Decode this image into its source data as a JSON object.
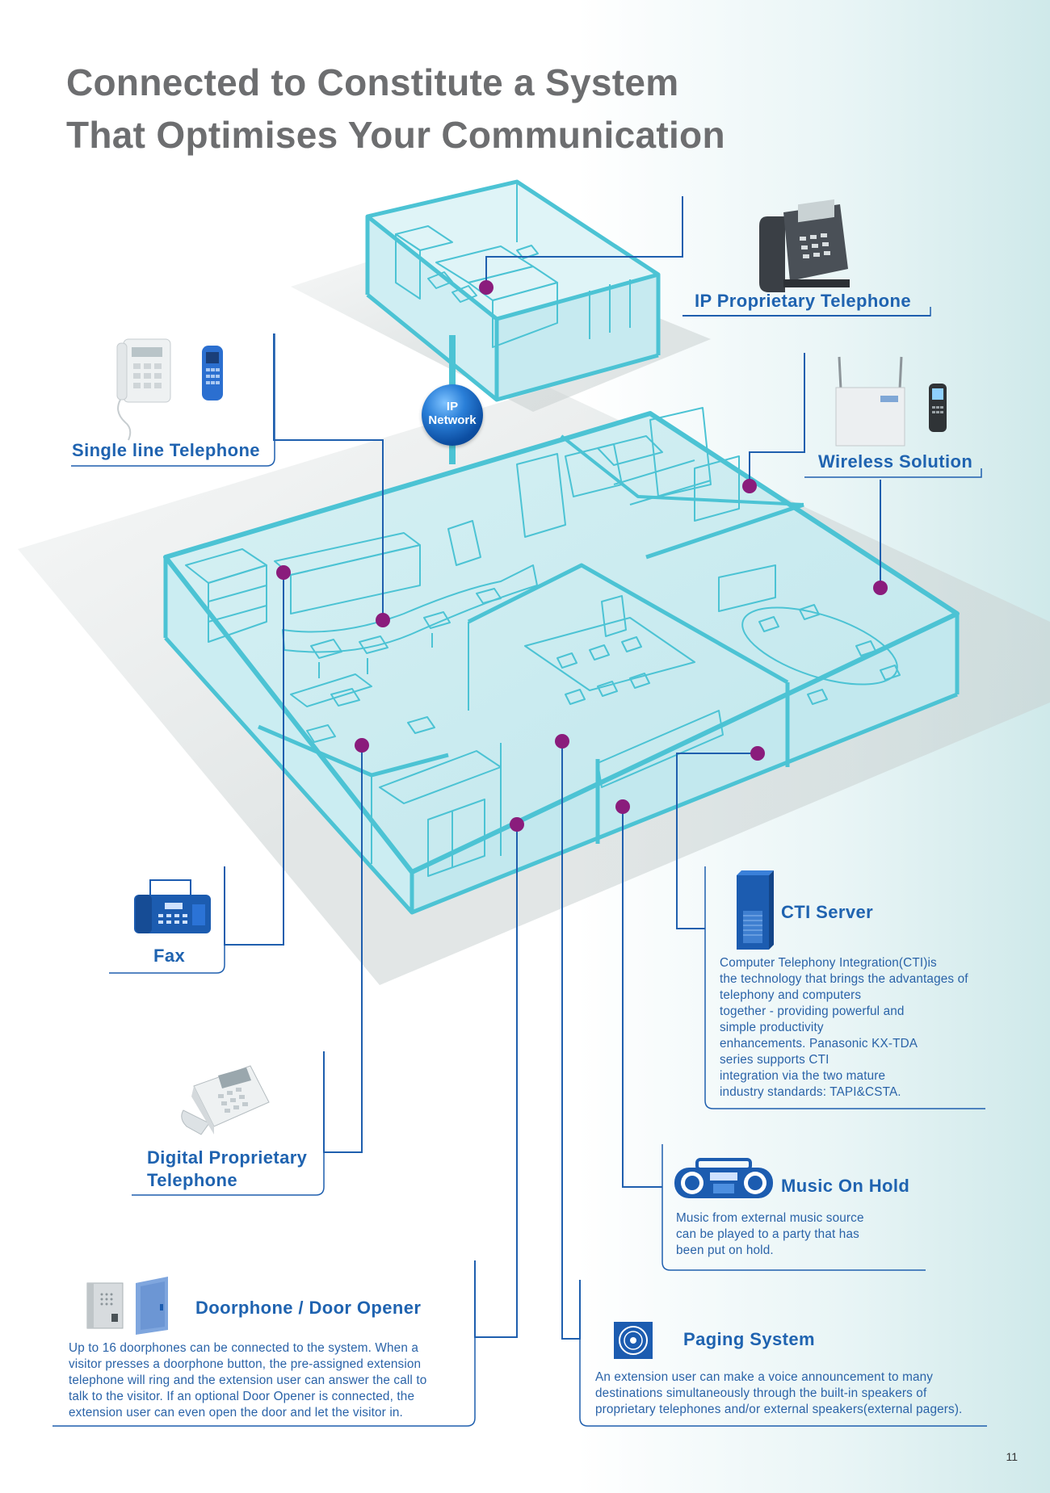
{
  "title": {
    "line1": "Connected to Constitute a System",
    "line2": "That Optimises Your Communication"
  },
  "network": {
    "line1": "IP",
    "line2": "Network"
  },
  "devices": {
    "ip_proprietary_telephone": {
      "label": "IP Proprietary Telephone"
    },
    "single_line_telephone": {
      "label": "Single line Telephone"
    },
    "wireless_solution": {
      "label": "Wireless Solution"
    },
    "fax": {
      "label": "Fax"
    },
    "cti_server": {
      "label": "CTI Server",
      "description": [
        "Computer Telephony Integration(CTI)is",
        "the technology that brings the advantages of",
        "telephony and computers",
        "together - providing powerful and",
        "simple productivity",
        "enhancements. Panasonic KX-TDA",
        "series supports CTI",
        "integration via the two mature",
        "industry standards: TAPI&CSTA."
      ]
    },
    "digital_proprietary_telephone": {
      "line1": "Digital Proprietary",
      "line2": "Telephone"
    },
    "music_on_hold": {
      "label": "Music On Hold",
      "description": [
        "Music from external music source",
        "can be played to a party that has",
        "been put on hold."
      ]
    },
    "doorphone": {
      "label": "Doorphone / Door Opener",
      "description": [
        "Up to 16 doorphones can be connected to the system. When a",
        "visitor presses a doorphone button, the pre-assigned extension",
        "telephone will ring and the extension user can answer the call to",
        "talk to the visitor. If an optional Door Opener is connected, the",
        "extension user can even open the door and let the visitor in."
      ]
    },
    "paging_system": {
      "label": "Paging System",
      "description": [
        "An extension user can make a voice announcement to many",
        "destinations simultaneously through the built-in speakers of",
        "proprietary telephones and/or external speakers(external pagers)."
      ]
    }
  },
  "page_number": "11",
  "colors": {
    "title": "#6d6e70",
    "label": "#1f63b0",
    "wireframe": "#4cc3d4",
    "connector": "#1f5fae",
    "node": "#8a1c7c"
  }
}
